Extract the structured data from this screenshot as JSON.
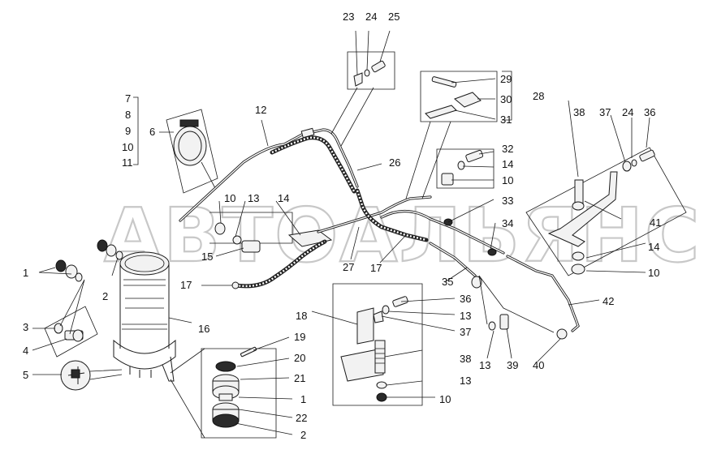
{
  "watermark": "АВТОАЛЬЯНС",
  "callouts": {
    "c1": "1",
    "c1b": "1",
    "c2": "2",
    "c2b": "2",
    "c3": "3",
    "c4": "4",
    "c5": "5",
    "c6": "6",
    "c7": "7",
    "c8": "8",
    "c9": "9",
    "c10a": "10",
    "c10b": "10",
    "c10c": "10",
    "c10d": "10",
    "c10e": "10",
    "c11": "11",
    "c12": "12",
    "c13a": "13",
    "c13b": "13",
    "c13c": "13",
    "c13d": "13",
    "c14a": "14",
    "c14b": "14",
    "c14c": "14",
    "c15": "15",
    "c16": "16",
    "c17a": "17",
    "c17b": "17",
    "c18": "18",
    "c19": "19",
    "c20": "20",
    "c21": "21",
    "c22": "22",
    "c23": "23",
    "c24a": "24",
    "c24b": "24",
    "c25": "25",
    "c26": "26",
    "c27": "27",
    "c28": "28",
    "c29": "29",
    "c30": "30",
    "c31": "31",
    "c32": "32",
    "c33": "33",
    "c34": "34",
    "c35": "35",
    "c36a": "36",
    "c36b": "36",
    "c37a": "37",
    "c37b": "37",
    "c38a": "38",
    "c38b": "38",
    "c39": "39",
    "c40": "40",
    "c41": "41",
    "c42": "42"
  }
}
